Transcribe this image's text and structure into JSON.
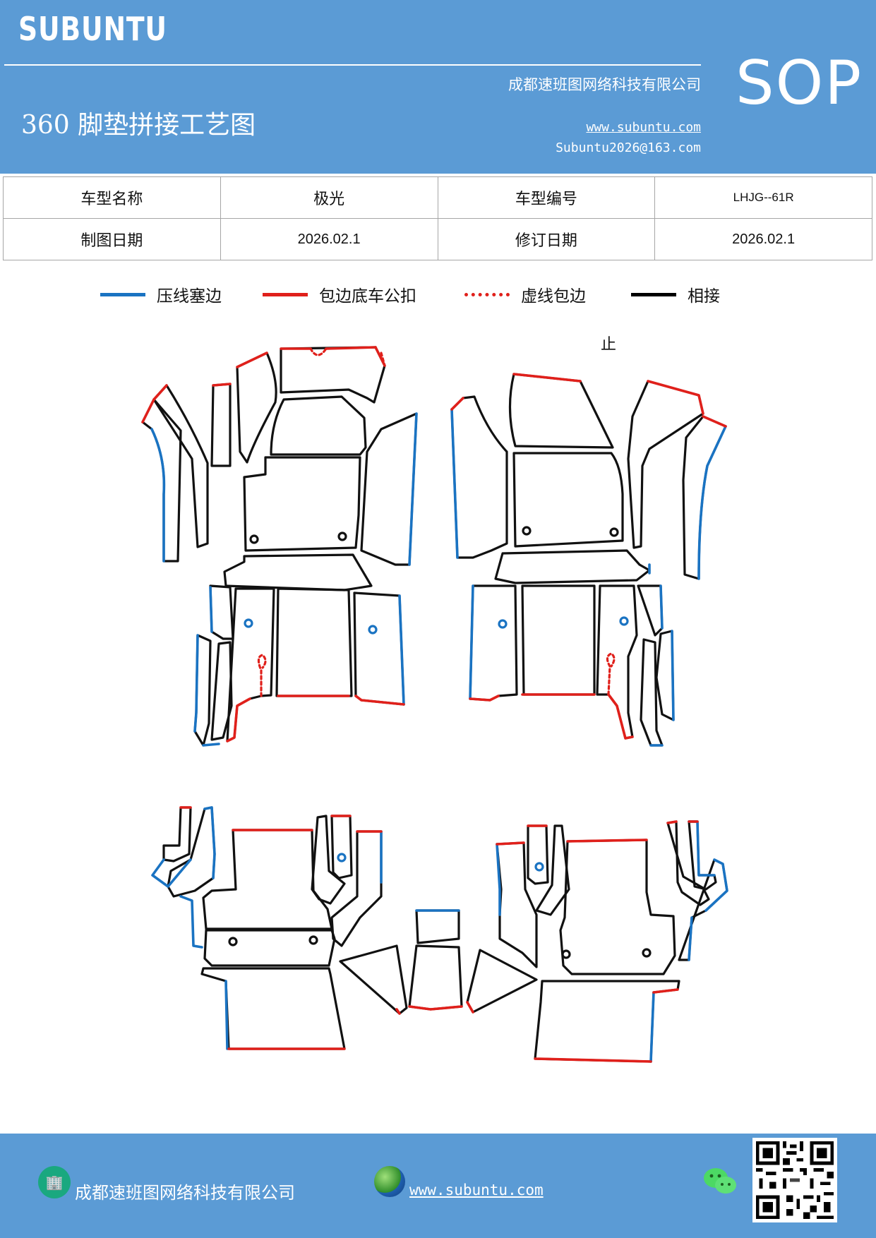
{
  "header": {
    "brand": "SUBUNTU",
    "sop": "SOP",
    "company": "成都速班图网络科技有限公司",
    "url": "www.subuntu.com",
    "email": "Subuntu2026@163.com",
    "title": "360 脚垫拼接工艺图"
  },
  "info": {
    "model_name_label": "车型名称",
    "model_name": "极光",
    "model_code_label": "车型编号",
    "model_code": "LHJG--61R",
    "draw_date_label": "制图日期",
    "draw_date": "2026.02.1",
    "revise_date_label": "修订日期",
    "revise_date": "2026.02.1"
  },
  "legend": {
    "items": [
      {
        "label": "压线塞边",
        "color": "#1a73c2",
        "style": "solid"
      },
      {
        "label": "包边底车公扣",
        "color": "#e0201b",
        "style": "solid"
      },
      {
        "label": "虚线包边",
        "color": "#e0201b",
        "style": "dotted"
      },
      {
        "label": "相接",
        "color": "#000000",
        "style": "solid"
      }
    ]
  },
  "drawing": {
    "stop_mark": "止"
  },
  "footer": {
    "company": "成都速班图网络科技有限公司",
    "url": "www.subuntu.com",
    "building_icon": "building-icon",
    "globe_icon": "globe-icon",
    "wechat_icon": "wechat-icon"
  },
  "colors": {
    "header_bg": "#5b9bd5",
    "blue_edge": "#1a73c2",
    "red_edge": "#e0201b"
  }
}
